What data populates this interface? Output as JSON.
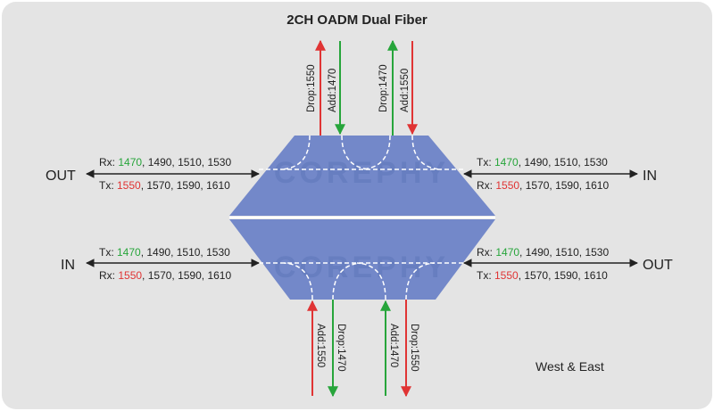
{
  "title": "2CH OADM Dual Fiber",
  "footer": "West & East",
  "watermark": "COREPHY",
  "colors": {
    "panel": "#e4e4e4",
    "module": "#7388c9",
    "red": "#e03434",
    "green": "#27a53b",
    "black": "#222222"
  },
  "top": {
    "left_port": "OUT",
    "right_port": "IN",
    "left_line1": {
      "prefix": "Rx: ",
      "hl": "1470",
      "hl_color": "green",
      "rest": ", 1490,  1510, 1530"
    },
    "left_line2": {
      "prefix": "Tx: ",
      "hl": "1550",
      "hl_color": "red",
      "rest": ", 1570, 1590, 1610"
    },
    "right_line1": {
      "prefix": "Tx: ",
      "hl": "1470",
      "hl_color": "green",
      "rest": ", 1490,  1510, 1530"
    },
    "right_line2": {
      "prefix": "Rx: ",
      "hl": "1550",
      "hl_color": "red",
      "rest": ", 1570, 1590, 1610"
    },
    "ports": [
      "Drop:1550",
      "Add:1470",
      "Drop:1470",
      "Add:1550"
    ]
  },
  "bottom": {
    "left_port": "IN",
    "right_port": "OUT",
    "left_line1": {
      "prefix": "Tx: ",
      "hl": "1470",
      "hl_color": "green",
      "rest": ", 1490,  1510, 1530"
    },
    "left_line2": {
      "prefix": "Rx: ",
      "hl": "1550",
      "hl_color": "red",
      "rest": ", 1570, 1590, 1610"
    },
    "right_line1": {
      "prefix": "Rx: ",
      "hl": "1470",
      "hl_color": "green",
      "rest": ", 1490,  1510, 1530"
    },
    "right_line2": {
      "prefix": "Tx: ",
      "hl": "1550",
      "hl_color": "red",
      "rest": ", 1570, 1590, 1610"
    },
    "ports": [
      "Add:1550",
      "Drop:1470",
      "Add:1470",
      "Drop:1550"
    ]
  }
}
